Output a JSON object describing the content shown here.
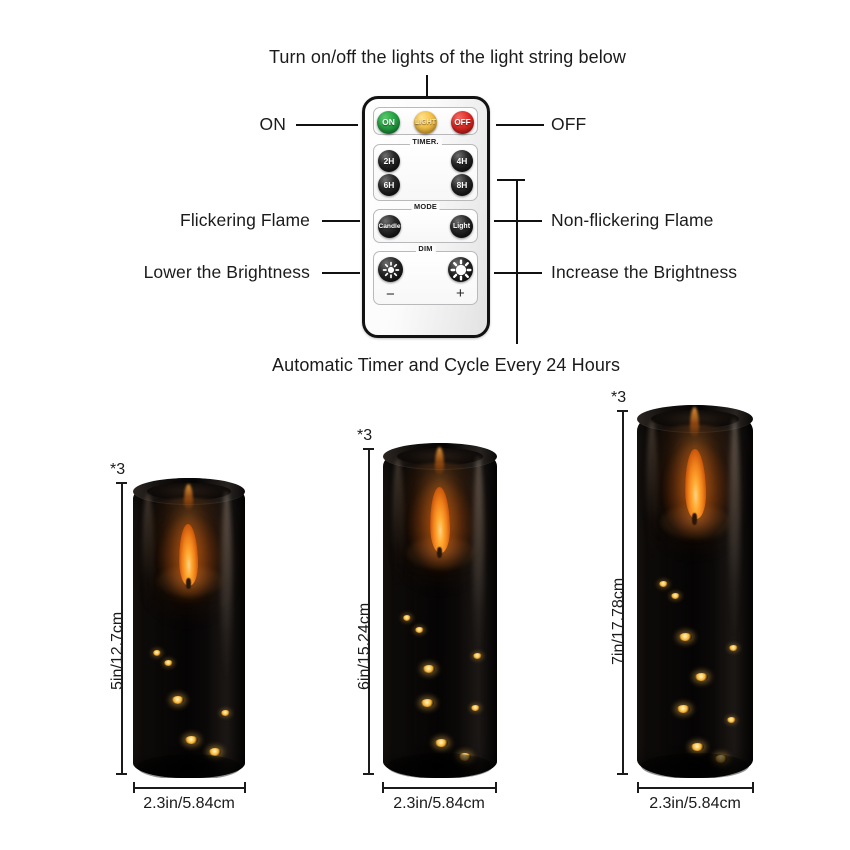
{
  "page": {
    "background": "#ffffff",
    "ink": "#1b1b1b"
  },
  "top_caption": "Turn on/off the lights of the light string below",
  "bottom_caption": "Automatic Timer and Cycle Every 24 Hours",
  "callouts": {
    "on": "ON",
    "off": "OFF",
    "flickering": "Flickering Flame",
    "non_flickering": "Non-flickering Flame",
    "lower_brightness": "Lower the Brightness",
    "increase_brightness": "Increase the Brightness"
  },
  "remote": {
    "power_row": [
      {
        "label": "ON",
        "color": "#27a244",
        "name": "on-button"
      },
      {
        "label": "LIGHT",
        "color": "#f3c14a",
        "name": "light-button"
      },
      {
        "label": "OFF",
        "color": "#e02a25",
        "name": "off-button"
      }
    ],
    "timer": {
      "title": "TIMER.",
      "buttons": [
        {
          "label": "2H"
        },
        {
          "label": "4H"
        },
        {
          "label": "6H"
        },
        {
          "label": "8H"
        }
      ]
    },
    "mode": {
      "title": "MODE",
      "buttons": [
        {
          "label": "Candle"
        },
        {
          "label": "Light"
        }
      ]
    },
    "dim": {
      "title": "DIM",
      "buttons": [
        {
          "icon": "sun-small-icon",
          "sign": "−"
        },
        {
          "icon": "sun-large-icon",
          "sign": "+"
        }
      ]
    }
  },
  "candles": [
    {
      "qty_label": "*3",
      "height_label": "5in/12.7cm",
      "width_label": "2.3in/5.84cm"
    },
    {
      "qty_label": "*3",
      "height_label": "6in/15.24cm",
      "width_label": "2.3in/5.84cm"
    },
    {
      "qty_label": "*3",
      "height_label": "7in/17.78cm",
      "width_label": "2.3in/5.84cm"
    }
  ]
}
